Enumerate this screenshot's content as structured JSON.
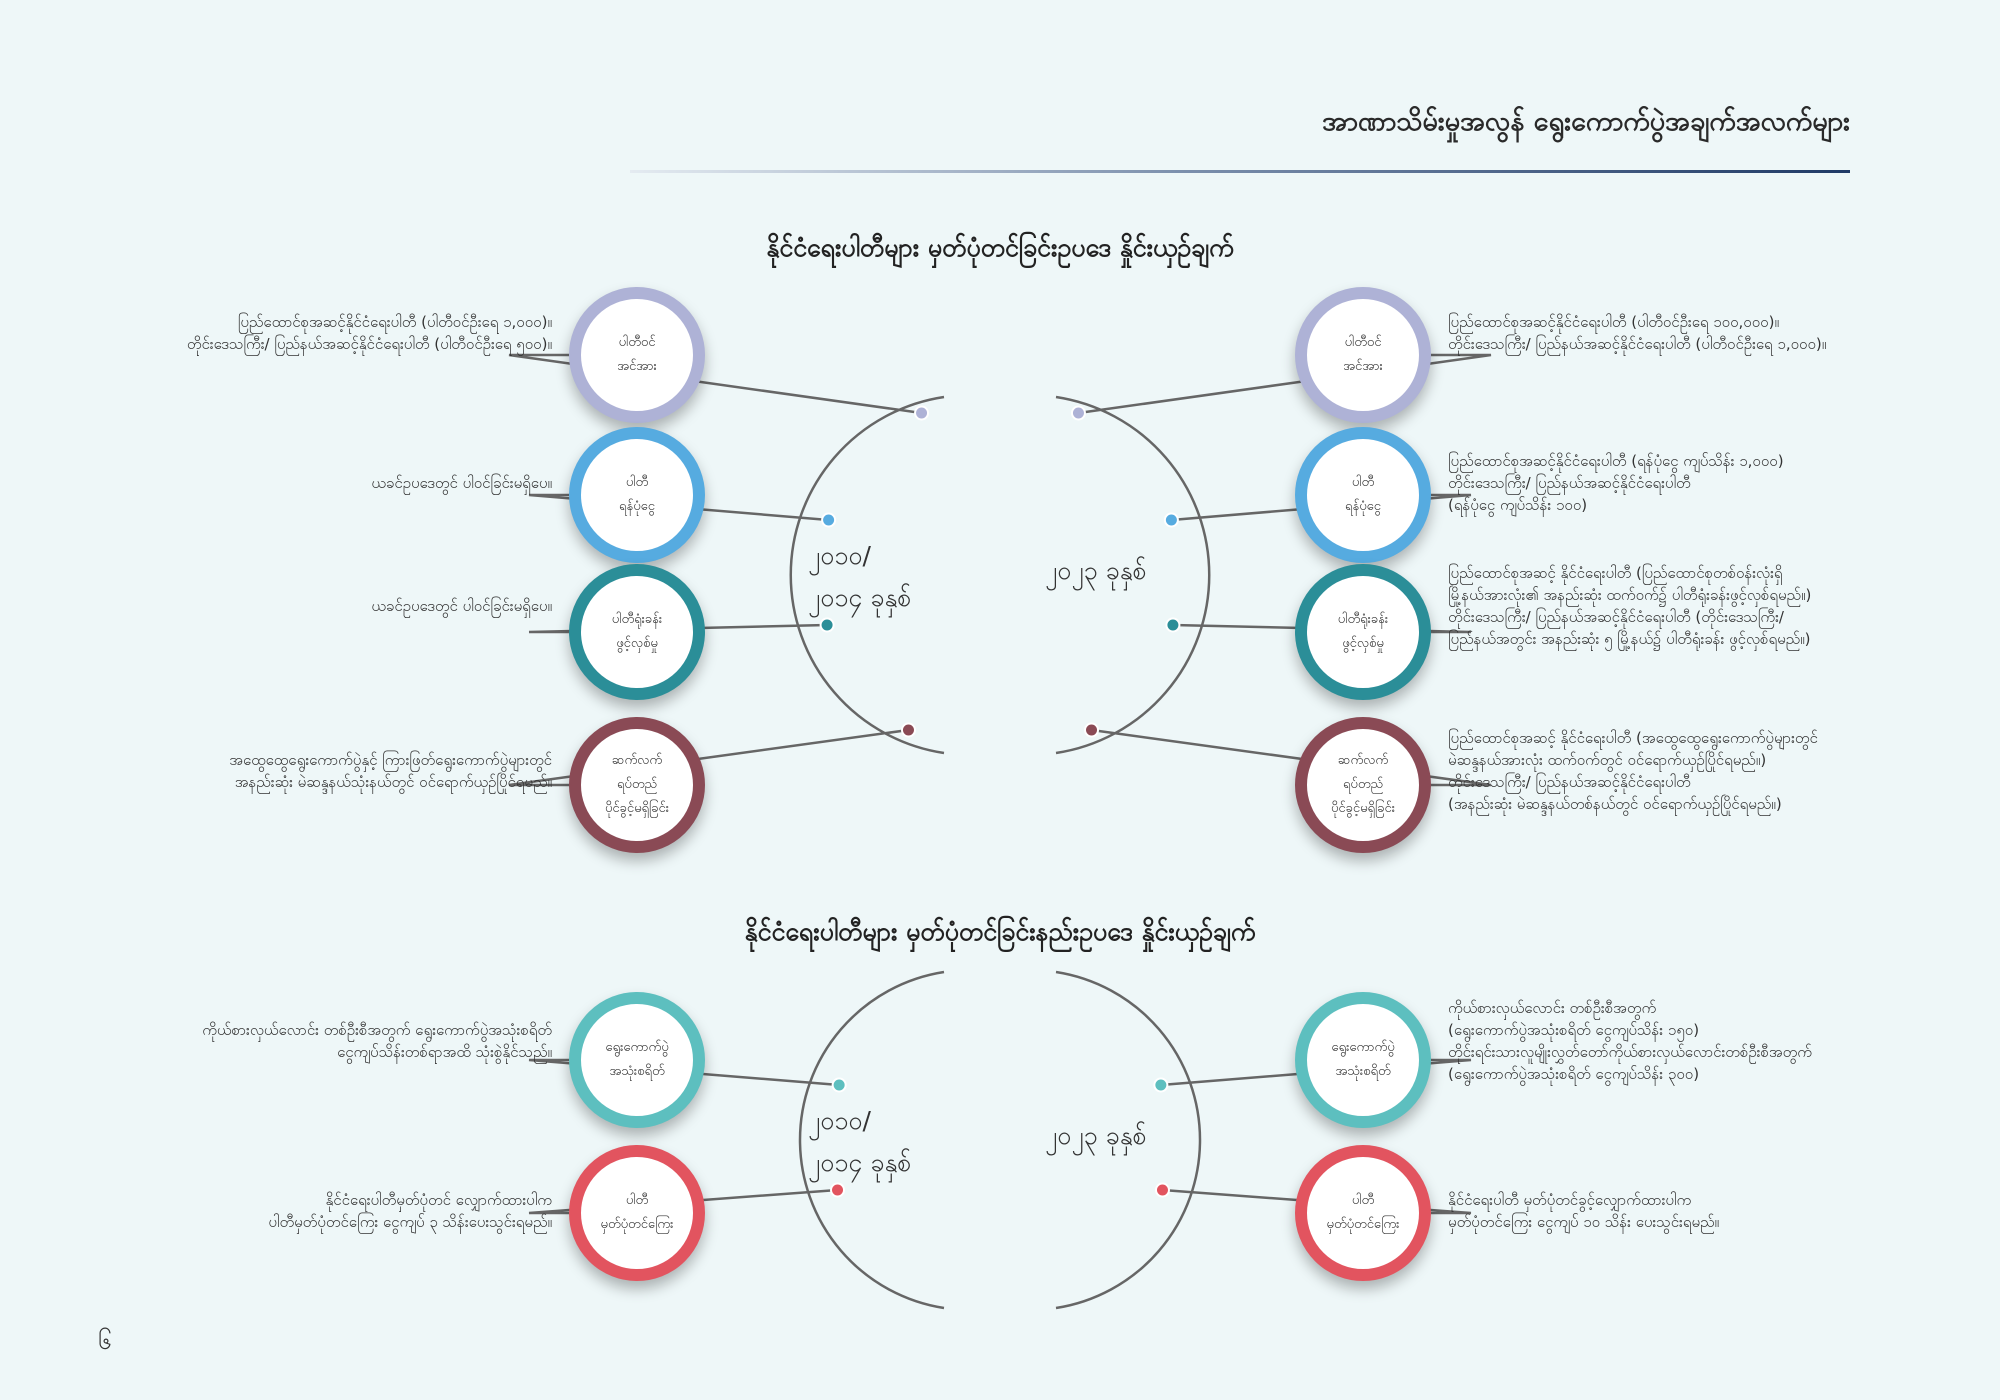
{
  "header": {
    "title": "အာဏာသိမ်းမှုအလွန် ရွေးကောက်ပွဲအချက်အလက်များ"
  },
  "colors": {
    "purple": "#aeb2d6",
    "blue": "#56abe0",
    "teal": "#2b8e98",
    "maroon": "#8a4a55",
    "aqua": "#5dbfbf",
    "red": "#e2545f",
    "line": "#666666"
  },
  "section1": {
    "title": "နိုင်ငံရေးပါတီများ မှတ်ပုံတင်ခြင်းဥပဒေ နှိုင်းယှဉ်ချက်",
    "left_year": [
      "၂၀၁၀/",
      "၂၀၁၄ ခုနှစ်"
    ],
    "right_year": "၂၀၂၃ ခုနှစ်",
    "rows": [
      {
        "label": [
          "ပါတီဝင်",
          "အင်အား"
        ],
        "color_key": "purple",
        "left_text": [
          "ပြည်ထောင်စုအဆင့်နိုင်ငံရေးပါတီ (ပါတီဝင်ဦးရေ ၁,၀၀၀)။",
          "တိုင်းဒေသကြီး/ ပြည်နယ်အဆင့်နိုင်ငံရေးပါတီ (ပါတီဝင်ဦးရေ ၅၀၀)။"
        ],
        "right_text": [
          "ပြည်ထောင်စုအဆင့်နိုင်ငံရေးပါတီ (ပါတီဝင်ဦးရေ ၁၀၀,၀၀၀)။",
          "တိုင်းဒေသကြီး/ ပြည်နယ်အဆင့်နိုင်ငံရေးပါတီ  (ပါတီဝင်ဦးရေ ၁,၀၀၀)။"
        ]
      },
      {
        "label": [
          "ပါတီ",
          "ရန်ပုံငွေ"
        ],
        "color_key": "blue",
        "left_text": [
          "ယခင်ဥပဒေတွင် ပါဝင်ခြင်းမရှိပေ။"
        ],
        "right_text": [
          "ပြည်ထောင်စုအဆင့်နိုင်ငံရေးပါတီ (ရန်ပုံငွေ ကျပ်သိန်း ၁,၀၀၀)",
          "တိုင်းဒေသကြီး/ ပြည်နယ်အဆင့်နိုင်ငံရေးပါတီ",
          "(ရန်ပုံငွေ ကျပ်သိန်း ၁၀၀)"
        ]
      },
      {
        "label": [
          "ပါတီရုံးခန်း",
          "ဖွင့်လှစ်မှု"
        ],
        "color_key": "teal",
        "left_text": [
          "ယခင်ဥပဒေတွင် ပါဝင်ခြင်းမရှိပေ။"
        ],
        "right_text": [
          "ပြည်ထောင်စုအဆင့် နိုင်ငံရေးပါတီ (ပြည်ထောင်စုတစ်ဝန်းလုံးရှိ",
          "မြို့နယ်အားလုံး၏ အနည်းဆုံး ထက်ဝက်၌ ပါတီရုံးခန်းဖွင့်လှစ်ရမည်။)",
          "တိုင်းဒေသကြီး/ ပြည်နယ်အဆင့်နိုင်ငံရေးပါတီ (တိုင်းဒေသကြီး/",
          "ပြည်နယ်အတွင်း အနည်းဆုံး ၅ မြို့နယ်၌ ပါတီရုံးခန်း ဖွင့်လှစ်ရမည်။)"
        ]
      },
      {
        "label": [
          "ဆက်လက်",
          "ရပ်တည်",
          "ပိုင်ခွင့်မရှိခြင်း"
        ],
        "color_key": "maroon",
        "left_text": [
          "အထွေထွေရွေးကောက်ပွဲနှင့် ကြားဖြတ်ရွေးကောက်ပွဲများတွင်",
          "အနည်းဆုံး မဲဆန္ဒနယ်သုံးနယ်တွင် ဝင်ရောက်ယှဉ်ပြိုင်ရမည်။"
        ],
        "right_text": [
          "ပြည်ထောင်စုအဆင့် နိုင်ငံရေးပါတီ (အထွေထွေရွေးကောက်ပွဲများတွင်",
          "မဲဆန္ဒနယ်အားလုံး ထက်ဝက်တွင် ဝင်ရောက်ယှဉ်ပြိုင်ရမည်။)",
          "တိုင်းဒေသကြီး/ ပြည်နယ်အဆင့်နိုင်ငံရေးပါတီ",
          "(အနည်းဆုံး မဲဆန္ဒနယ်တစ်နယ်တွင် ဝင်ရောက်ယှဉ်ပြိုင်ရမည်။)"
        ]
      }
    ]
  },
  "section2": {
    "title": "နိုင်ငံရေးပါတီများ မှတ်ပုံတင်ခြင်းနည်းဥပဒေ နှိုင်းယှဉ်ချက်",
    "left_year": [
      "၂၀၁၀/",
      "၂၀၁၄ ခုနှစ်"
    ],
    "right_year": "၂၀၂၃ ခုနှစ်",
    "rows": [
      {
        "label": [
          "ရွေးကောက်ပွဲ",
          "အသုံးစရိတ်"
        ],
        "color_key": "aqua",
        "left_text": [
          "ကိုယ်စားလှယ်လောင်း တစ်ဦးစီအတွက် ရွေးကောက်ပွဲအသုံးစရိတ်",
          "ငွေကျပ်သိန်းတစ်ရာအထိ သုံးစွဲနိုင်သည်။"
        ],
        "right_text": [
          "ကိုယ်စားလှယ်လောင်း တစ်ဦးစီအတွက်",
          "(ရွေးကောက်ပွဲအသုံးစရိတ် ငွေကျပ်သိန်း ၁၅၀)",
          "တိုင်းရင်းသားလူမျိုးလွှတ်တော်ကိုယ်စားလှယ်လောင်းတစ်ဦးစီအတွက်",
          "(ရွေးကောက်ပွဲအသုံးစရိတ် ငွေကျပ်သိန်း ၃၀၀)"
        ]
      },
      {
        "label": [
          "ပါတီ",
          "မှတ်ပုံတင်ကြေး"
        ],
        "color_key": "red",
        "left_text": [
          "နိုင်ငံရေးပါတီမှတ်ပုံတင် လျှောက်ထားပါက",
          "ပါတီမှတ်ပုံတင်ကြေး ငွေကျပ် ၃ သိန်းပေးသွင်းရမည်။"
        ],
        "right_text": [
          "နိုင်ငံရေးပါတီ မှတ်ပုံတင်ခွင့်လျှောက်ထားပါက",
          "မှတ်ပုံတင်ကြေး ငွေကျပ် ၁၀ သိန်း ပေးသွင်းရမည်။"
        ]
      }
    ]
  },
  "page_number": "၆"
}
